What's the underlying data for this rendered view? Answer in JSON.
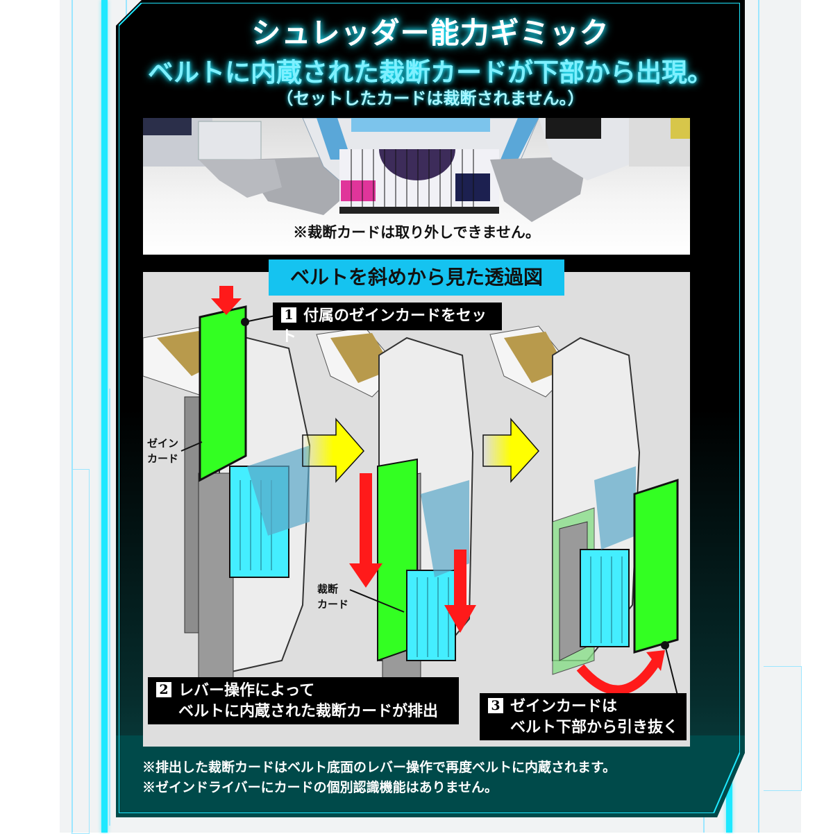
{
  "header": {
    "title": "シュレッダー能力ギミック",
    "subtitle": "ベルトに内蔵された裁断カードが下部から出現。",
    "note": "（セットしたカードは裁断されません。）"
  },
  "photo": {
    "caption": "※裁断カードは取り外しできません。"
  },
  "diagram": {
    "heading": "ベルトを斜めから見た透過図",
    "labels": {
      "zein_card": [
        "ゼイン",
        "カード"
      ],
      "shred_card": [
        "裁断",
        "カード"
      ]
    },
    "steps": [
      {
        "number": "1",
        "lines": [
          "付属のゼインカードをセット"
        ]
      },
      {
        "number": "2",
        "lines": [
          "レバー操作によって",
          "ベルトに内蔵された裁断カードが排出"
        ]
      },
      {
        "number": "3",
        "lines": [
          "ゼインカードは",
          "ベルト下部から引き抜く"
        ]
      }
    ]
  },
  "footnotes": [
    "※排出した裁断カードはベルト底面のレバー操作で再度ベルトに内蔵されます。",
    "※ゼインドライバーにカードの個別認識機能はありません。"
  ],
  "colors": {
    "accent_cyan": "#1ee8ff",
    "heading_blue": "#15c3f0",
    "card_green": "#33ff22",
    "shred_cyan": "#44eeff",
    "arrow_red": "#ff1a1a",
    "arrow_yellow": "#ffff00",
    "panel_teal": "#004a4a"
  }
}
